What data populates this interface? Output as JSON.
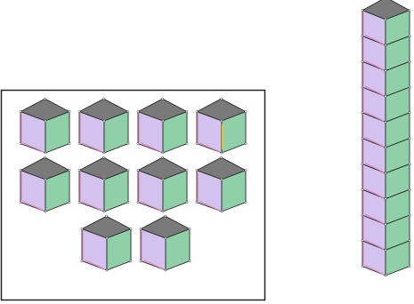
{
  "colors": {
    "background": "#ffffff",
    "top_face": "#7a7a7a",
    "left_face": "#d3c1ee",
    "right_face": "#8fd0a9",
    "edge": "#2a2a2a",
    "edge_highlight_pink": "#e08ab5",
    "edge_highlight_yellow": "#e6c12a",
    "box_border": "#222222"
  },
  "loose_cubes": {
    "total": 10,
    "rows": [
      4,
      4,
      2
    ],
    "frame": "rectangular-border"
  },
  "tower": {
    "cubes": 10
  }
}
